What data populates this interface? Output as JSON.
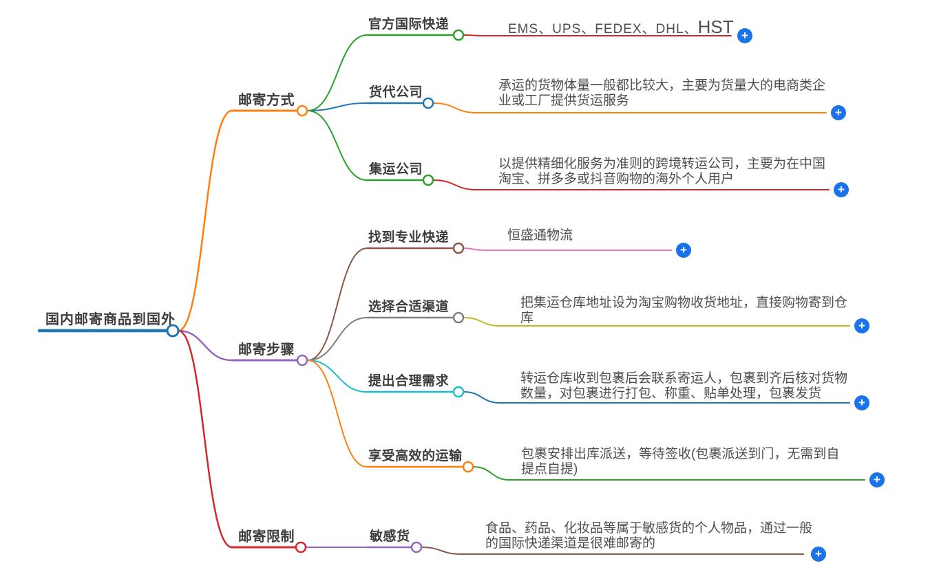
{
  "root": {
    "label": "国内邮寄商品到国外"
  },
  "branches": [
    {
      "label": "邮寄方式",
      "children": [
        {
          "label": "官方国际快递",
          "leaf": {
            "prefix": "EMS、UPS、FEDEX、DHL、",
            "highlight": "HST"
          }
        },
        {
          "label": "货代公司",
          "leaf": {
            "lines": [
              "承运的货物体量一般都比较大，主要为货量大的电商类企",
              "业或工厂提供货运服务"
            ]
          }
        },
        {
          "label": "集运公司",
          "leaf": {
            "lines": [
              "以提供精细化服务为准则的跨境转运公司，主要为在中国",
              "淘宝、拼多多或抖音购物的海外个人用户"
            ]
          }
        }
      ]
    },
    {
      "label": "邮寄步骤",
      "children": [
        {
          "label": "找到专业快递",
          "leaf": {
            "lines": [
              "恒盛通物流"
            ]
          }
        },
        {
          "label": "选择合适渠道",
          "leaf": {
            "lines": [
              "把集运仓库地址设为淘宝购物收货地址，直接购物寄到仓",
              "库"
            ]
          }
        },
        {
          "label": "提出合理需求",
          "leaf": {
            "lines": [
              "转运仓库收到包裹后会联系寄运人，包裹到齐后核对货物",
              "数量，对包裹进行打包、称重、贴单处理，包裹发货"
            ]
          }
        },
        {
          "label": "享受高效的运输",
          "leaf": {
            "lines": [
              "包裹安排出库派送，等待签收(包裹派送到门，无需到自",
              "提点自提)"
            ]
          }
        }
      ]
    },
    {
      "label": "邮寄限制",
      "children": [
        {
          "label": "敏感货",
          "leaf": {
            "lines": [
              "食品、药品、化妆品等属于敏感货的个人物品，通过一般",
              "的国际快递渠道是很难邮寄的"
            ]
          }
        }
      ]
    }
  ],
  "colors": {
    "root": "#1f77b4",
    "mail_method": "#ff7f0e",
    "official_express": "#2ca02c",
    "official_express_content": "#d62728",
    "freight_company": "#1f77b4",
    "freight_company_content": "#ff7f0e",
    "consolidation_company": "#2ca02c",
    "consolidation_company_content": "#d62728",
    "mail_steps": "#9467bd",
    "find_express": "#8c564b",
    "find_express_content": "#e377c2",
    "choose_channel": "#7f7f7f",
    "choose_channel_content": "#bcbd22",
    "reasonable_request": "#17becf",
    "reasonable_request_content": "#1f77b4",
    "efficient_transport": "#ff7f0e",
    "efficient_transport_content": "#2ca02c",
    "mail_limits": "#d62728",
    "sensitive_goods": "#9467bd",
    "sensitive_goods_content": "#8c564b",
    "plus_button": "#1a73e8",
    "label_text": "#3d3d3d",
    "content_text": "#4e4e4e"
  },
  "ui": {
    "add_button_glyph": "+"
  }
}
